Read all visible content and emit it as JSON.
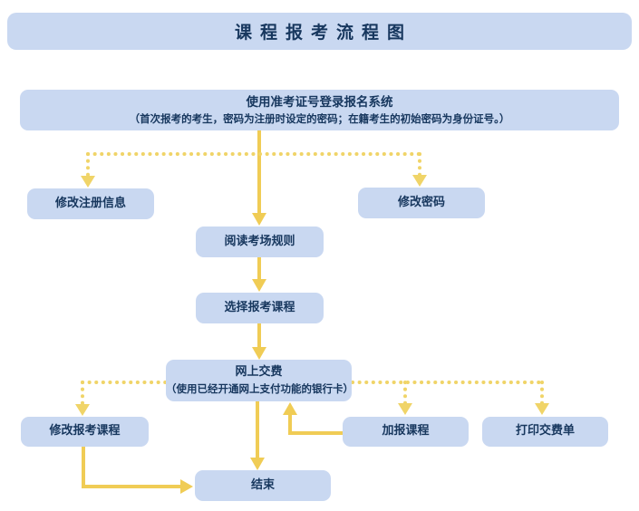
{
  "header": {
    "title": "课程报考流程图"
  },
  "colors": {
    "background": "#ffffff",
    "node_fill": "#c9d8f1",
    "text_dark_blue": "#17375e",
    "arrow_solid_yellow": "#f0cc55",
    "arrow_dotted_yellow": "#f0d468"
  },
  "nodes": {
    "login": {
      "label": "使用准考证号登录报名系统",
      "note": "（首次报考的考生，密码为注册时设定的密码；在籍考生的初始密码为身份证号。）"
    },
    "modify_registration": {
      "label": "修改注册信息"
    },
    "modify_password": {
      "label": "修改密码"
    },
    "read_rules": {
      "label": "阅读考场规则"
    },
    "select_courses": {
      "label": "选择报考课程"
    },
    "pay_online": {
      "label": "网上交费",
      "note": "（使用已经开通网上支付功能的银行卡）"
    },
    "modify_courses": {
      "label": "修改报考课程"
    },
    "add_courses": {
      "label": "加报课程"
    },
    "print_bill": {
      "label": "打印交费单"
    },
    "end": {
      "label": "结束"
    }
  },
  "edges": [
    {
      "from": "login",
      "to": "read_rules",
      "style": "solid"
    },
    {
      "from": "login",
      "to": "modify_registration",
      "style": "dotted"
    },
    {
      "from": "login",
      "to": "modify_password",
      "style": "dotted"
    },
    {
      "from": "read_rules",
      "to": "select_courses",
      "style": "solid"
    },
    {
      "from": "select_courses",
      "to": "pay_online",
      "style": "solid"
    },
    {
      "from": "pay_online",
      "to": "modify_courses",
      "style": "dotted"
    },
    {
      "from": "pay_online",
      "to": "add_courses",
      "style": "dotted"
    },
    {
      "from": "pay_online",
      "to": "print_bill",
      "style": "dotted"
    },
    {
      "from": "add_courses",
      "to": "pay_online",
      "style": "solid"
    },
    {
      "from": "pay_online",
      "to": "end",
      "style": "solid"
    },
    {
      "from": "modify_courses",
      "to": "end",
      "style": "solid"
    }
  ]
}
